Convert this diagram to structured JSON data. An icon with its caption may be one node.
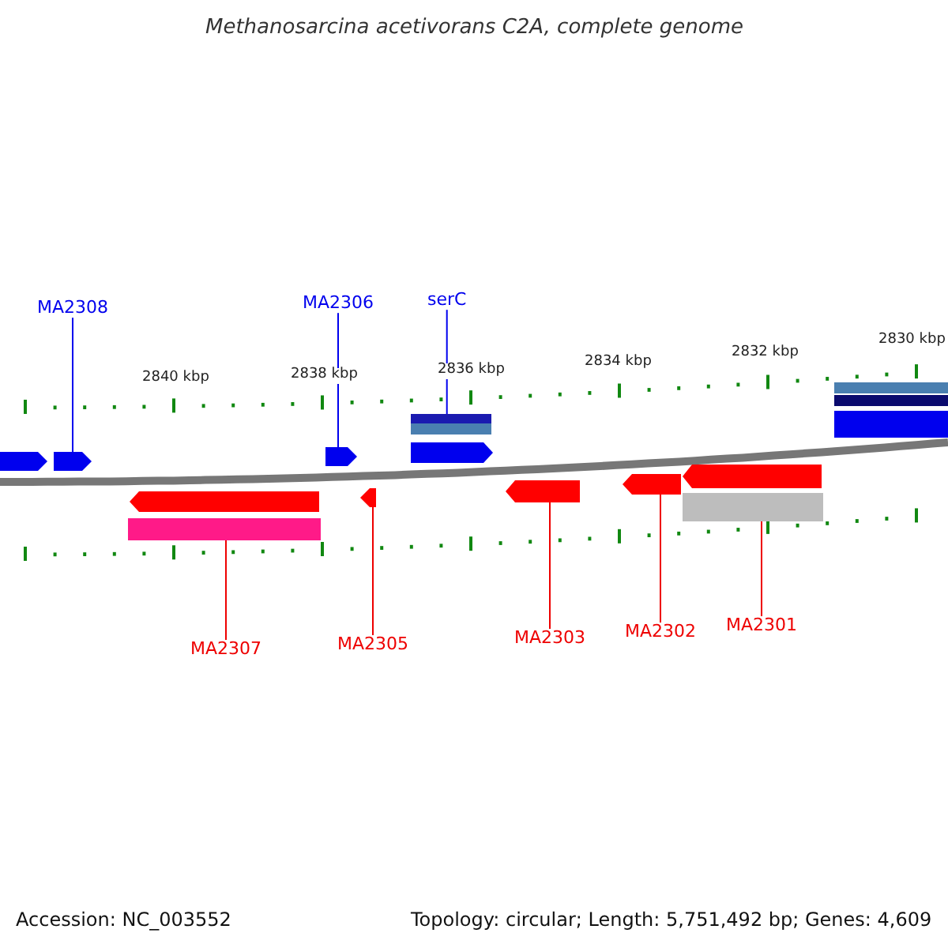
{
  "diagram": {
    "title": "Methanosarcina acetivorans C2A, complete genome",
    "nodes": [
      {
        "text": [
          "MA2308"
        ]
      },
      {
        "text": [],
        "shape": "arrow"
      },
      {
        "text": [
          "MA2306"
        ]
      },
      {
        "text": [],
        "shape": "arrow"
      },
      {
        "text": [
          "serC"
        ]
      },
      {
        "text": [],
        "shape": "arrow"
      },
      {
        "text": [
          "MA2307"
        ]
      },
      {
        "text": [],
        "shape": "arrow"
      },
      {
        "text": [
          "MA2305"
        ]
      },
      {
        "text": [],
        "shape": "arrow"
      },
      {
        "text": [
          "MA2303"
        ]
      },
      {
        "text": [],
        "shape": "arrow"
      },
      {
        "text": [
          "MA2302"
        ]
      },
      {
        "text": [],
        "shape": "arrow"
      },
      {
        "text": [
          "MA2301"
        ]
      },
      {
        "text": [],
        "shape": "arrow"
      }
    ],
    "edges": [
      {
        "from": 0,
        "to": 1,
        "arrow": "none",
        "color": "#0000ee"
      },
      {
        "from": 2,
        "to": 3,
        "arrow": "none",
        "color": "#0000ee"
      },
      {
        "from": 4,
        "to": 5,
        "arrow": "none",
        "color": "#0000ee"
      },
      {
        "from": 6,
        "to": 7,
        "arrow": "none"
      },
      {
        "from": 8,
        "to": 9,
        "arrow": "none"
      },
      {
        "from": 10,
        "to": 11,
        "arrow": "none"
      },
      {
        "from": 12,
        "to": 13,
        "arrow": "none"
      },
      {
        "from": 14,
        "to": 15,
        "arrow": "none"
      }
    ],
    "labels": [
      "2840 kbp",
      "2838 kbp",
      "2836 kbp",
      "2834 kbp",
      "2832 kbp",
      "2830 kbp",
      "Accession: NC_003552",
      "Topology: circular; Length: 5,751,492 bp; Genes: 4,609"
    ]
  }
}
